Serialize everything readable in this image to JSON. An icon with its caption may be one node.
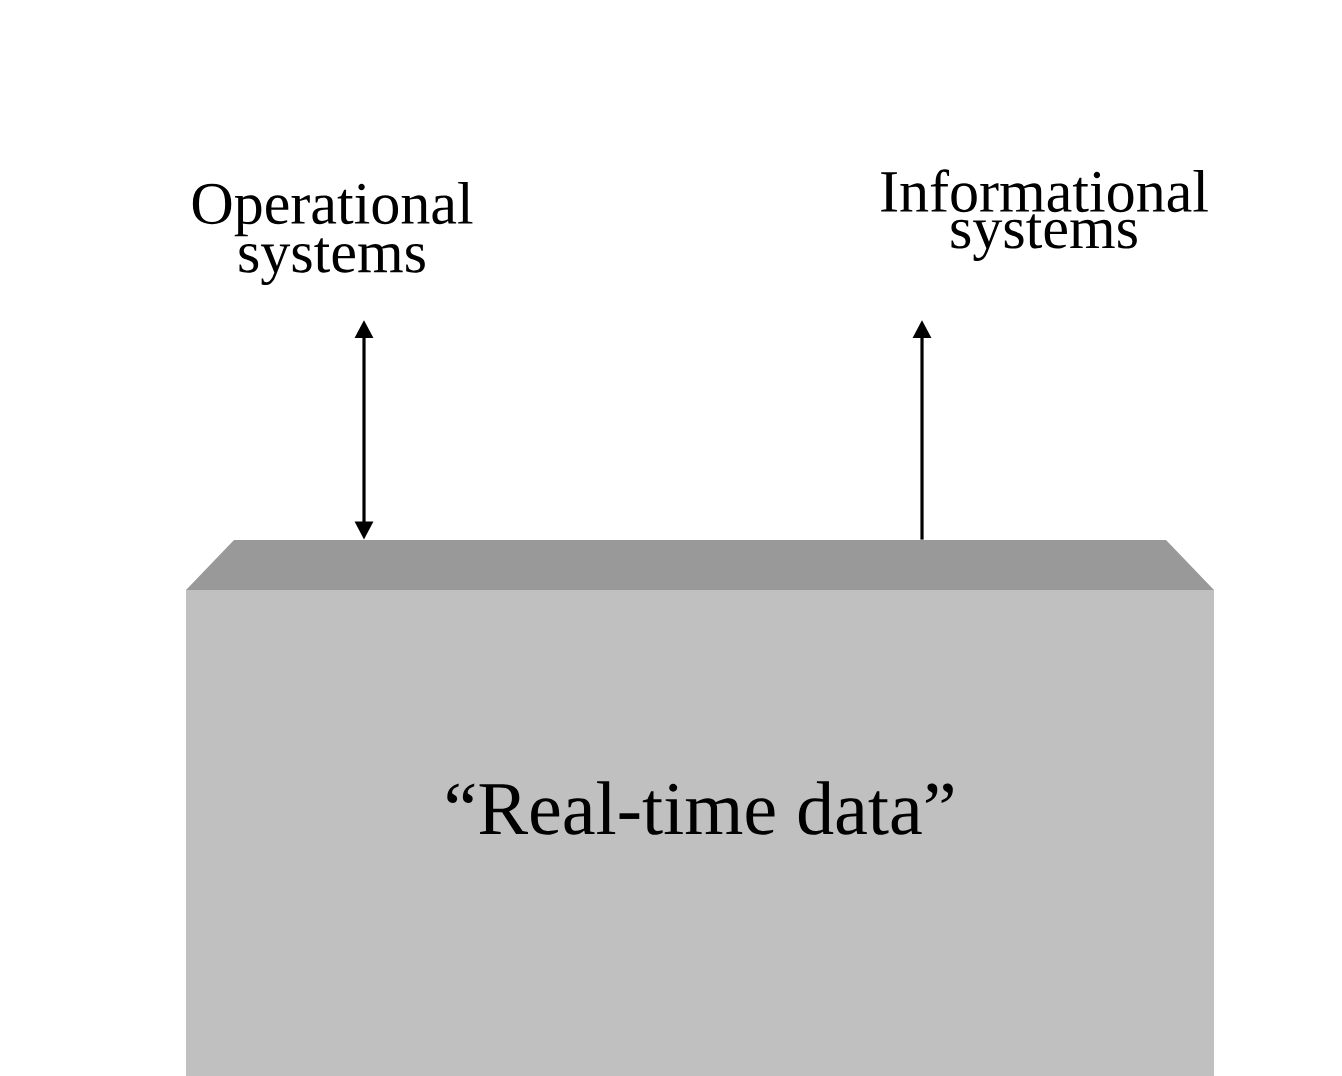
{
  "diagram": {
    "nodes": [
      {
        "text": [
          "Operational systems"
        ]
      },
      {
        "text": [
          "Informational systems"
        ]
      },
      {
        "text": [
          "“Real-time data”"
        ]
      }
    ],
    "edges": [
      {
        "from": 2,
        "to": 0,
        "arrow": "both"
      },
      {
        "from": 2,
        "to": 1,
        "arrow": "to"
      }
    ]
  }
}
